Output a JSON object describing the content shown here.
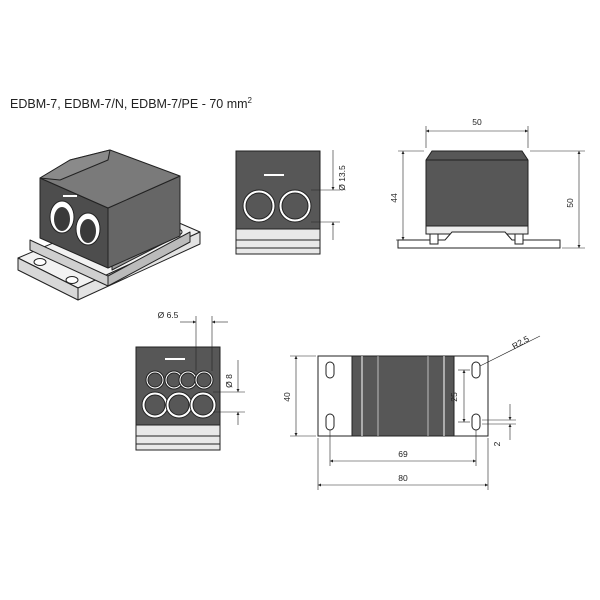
{
  "title": {
    "text": "EDBM-7, EDBM-7/N, EDBM-7/PE - 70 mm",
    "superscript": "2"
  },
  "dimensions": {
    "d13_5": "Ø 13.5",
    "w50": "50",
    "h44": "44",
    "h50": "50",
    "d6_5": "Ø 6.5",
    "d8": "Ø 8",
    "h40": "40",
    "r2_5": "R2.5",
    "v25": "25",
    "v2": "2",
    "w69": "69",
    "w80": "80"
  },
  "colors": {
    "body": "#575757",
    "line": "#222222",
    "light": "#bdbdbd"
  }
}
